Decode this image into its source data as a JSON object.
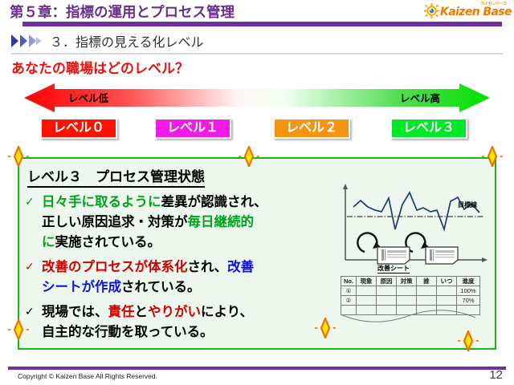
{
  "header": {
    "chapter_title": "第５章：指標の運用とプロセス管理",
    "logo": {
      "kana": "カイゼンベース",
      "wordmark": "Kaizen Base",
      "mark_icon": "gear-sun-icon",
      "color": "#F07800"
    },
    "rule_color": "#7030A0"
  },
  "section": {
    "chevron_icon": "triple-chevron-right-icon",
    "title": "３．指標の見える化レベル",
    "question": "あなたの職場はどのレベル？",
    "question_color": "#E8110E"
  },
  "scale": {
    "label_low": "レベル低",
    "label_high": "レベル高",
    "gradient_from": "#FF0000",
    "gradient_mid": "#FFFFFF",
    "gradient_to": "#00E000",
    "badges": [
      {
        "label": "レベル０",
        "color": "#FF1000"
      },
      {
        "label": "レベル１",
        "color": "#F11BE8"
      },
      {
        "label": "レベル２",
        "color": "#F59412"
      },
      {
        "label": "レベル３",
        "color": "#00E82A"
      }
    ]
  },
  "content": {
    "heading": "レベル３　プロセス管理状態",
    "border_color": "#14B814",
    "background_color": "#EDF7ED",
    "check_marks": [
      "✓",
      "✓",
      "✓"
    ],
    "bullets": [
      {
        "check_color": "#00A21C",
        "lines": [
          [
            {
              "text": "日々手に取るように",
              "color": "green"
            },
            {
              "text": "差異が認識され、",
              "color": "black"
            }
          ],
          [
            {
              "text": "正しい原因追求・対策が",
              "color": "black"
            },
            {
              "text": "毎日継続的",
              "color": "green"
            }
          ],
          [
            {
              "text": "に",
              "color": "green"
            },
            {
              "text": "実施されている。",
              "color": "black"
            }
          ]
        ]
      },
      {
        "check_color": "#D00000",
        "lines": [
          [
            {
              "text": "改善のプロセスが体系化",
              "color": "red"
            },
            {
              "text": "され、",
              "color": "black"
            },
            {
              "text": "改善",
              "color": "blue"
            }
          ],
          [
            {
              "text": "シートが作成",
              "color": "blue"
            },
            {
              "text": "されている。",
              "color": "black"
            }
          ]
        ]
      },
      {
        "check_color": "#000000",
        "lines": [
          [
            {
              "text": "現場では、",
              "color": "black"
            },
            {
              "text": "責任",
              "color": "red"
            },
            {
              "text": "と",
              "color": "black"
            },
            {
              "text": "やりがい",
              "color": "red"
            },
            {
              "text": "により、",
              "color": "black"
            }
          ],
          [
            {
              "text": "自主的な行動を取っている。",
              "color": "black"
            }
          ]
        ]
      }
    ]
  },
  "diagram": {
    "target_line_label": "目標線",
    "sheet_label": "改善シート",
    "line_color": "#1F3C6E",
    "chart_series": [
      72,
      62,
      68,
      58,
      54,
      88,
      30,
      78,
      96,
      62,
      66,
      58,
      62,
      30,
      84,
      90,
      64,
      74,
      60
    ],
    "document_icon": "improvement-sheet-document-icon",
    "loop_arrow_icon": "cycle-arrow-icon",
    "table": {
      "columns": [
        "No.",
        "現象",
        "原因",
        "対策",
        "誰",
        "いつ",
        "進度"
      ],
      "rows": [
        {
          "no": "①",
          "genshou": "",
          "genin": "",
          "taisaku": "",
          "dare": "",
          "itsu": "",
          "shindo": "100%"
        },
        {
          "no": "②",
          "genshou": "",
          "genin": "",
          "taisaku": "",
          "dare": "",
          "itsu": "",
          "shindo": "70%"
        },
        {
          "no": "",
          "genshou": "",
          "genin": "",
          "taisaku": "",
          "dare": "",
          "itsu": "",
          "shindo": ""
        }
      ]
    }
  },
  "ornaments": {
    "icon": "diamond-sparkle-icon",
    "fill": "#FFE800",
    "stroke": "#F07000",
    "count": 6
  },
  "footer": {
    "copyright": "Copyright ©  Kaizen Base  All Rights Reserved.",
    "page_number": "12",
    "rule_color": "#7030A0"
  }
}
